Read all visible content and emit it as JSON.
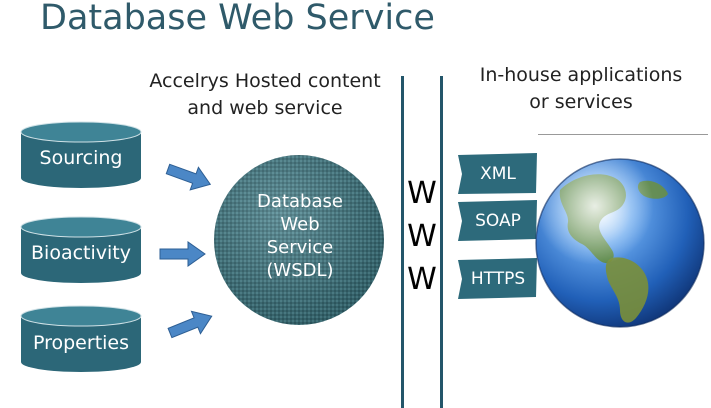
{
  "title": "Database Web Service",
  "left_caption": {
    "line1": "Accelrys Hosted content",
    "line2": "and web service"
  },
  "right_caption": {
    "line1": "In-house applications",
    "line2": "or services"
  },
  "sources": [
    {
      "label": "Sourcing"
    },
    {
      "label": "Bioactivity"
    },
    {
      "label": "Properties"
    }
  ],
  "service": {
    "line1": "Database",
    "line2": "Web",
    "line3": "Service",
    "line4": "(WSDL)"
  },
  "www": [
    "W",
    "W",
    "W"
  ],
  "protocols": [
    {
      "label": "XML"
    },
    {
      "label": "SOAP"
    },
    {
      "label": "HTTPS"
    }
  ],
  "colors": {
    "title": "#2f5a6a",
    "cylinder": "#2c6778",
    "cylinder_top": "#3f8496",
    "arrow": "#4b87c6",
    "separator": "#23566a",
    "tag": "#2d6a7b",
    "service_circle": "#3d7680"
  },
  "icons": {
    "globe": "globe-icon"
  }
}
